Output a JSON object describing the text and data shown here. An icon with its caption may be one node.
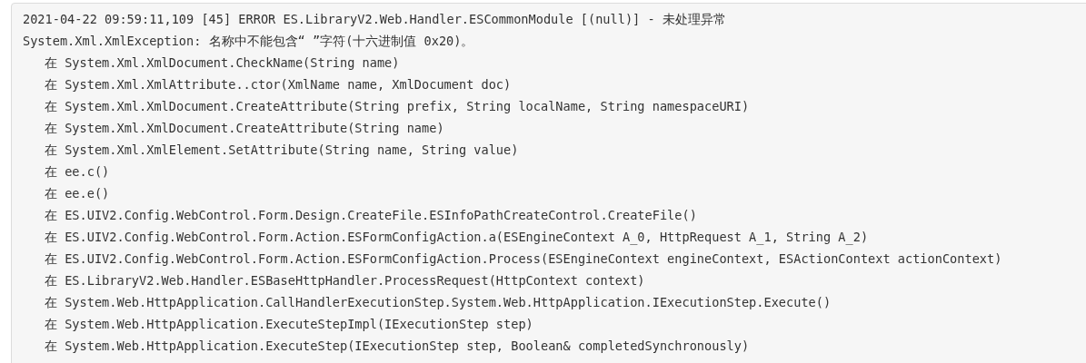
{
  "diagram": {
    "labels": [
      "2021-04-22 09:59:11,109 [45] ERROR ES.LibraryV2.Web.Handler.ESCommonModule [(null)] - 未处理异常",
      "System.Xml.XmlException: 名称中不能包含“ ”字符(十六进制值 0x20)。",
      "在 System.Xml.XmlDocument.CheckName(String name)",
      "在 System.Xml.XmlAttribute..ctor(XmlName name, XmlDocument doc)",
      "在 System.Xml.XmlDocument.CreateAttribute(String prefix, String localName, String namespaceURI)",
      "在 System.Xml.XmlDocument.CreateAttribute(String name)",
      "在 System.Xml.XmlElement.SetAttribute(String name, String value)",
      "在 ee.c()",
      "在 ee.e()",
      "在 ES.UIV2.Config.WebControl.Form.Design.CreateFile.ESInfoPathCreateControl.CreateFile()",
      "在 ES.UIV2.Config.WebControl.Form.Action.ESFormConfigAction.a(ESEngineContext A_0, HttpRequest A_1, String A_2)",
      "在 ES.UIV2.Config.WebControl.Form.Action.ESFormConfigAction.Process(ESEngineContext engineContext, ESActionContext actionContext)",
      "在 ES.LibraryV2.Web.Handler.ESBaseHttpHandler.ProcessRequest(HttpContext context)",
      "在 System.Web.HttpApplication.CallHandlerExecutionStep.System.Web.HttpApplication.IExecutionStep.Execute()",
      "在 System.Web.HttpApplication.ExecuteStepImpl(IExecutionStep step)",
      "在 System.Web.HttpApplication.ExecuteStep(IExecutionStep step, Boolean& completedSynchronously)"
    ]
  }
}
